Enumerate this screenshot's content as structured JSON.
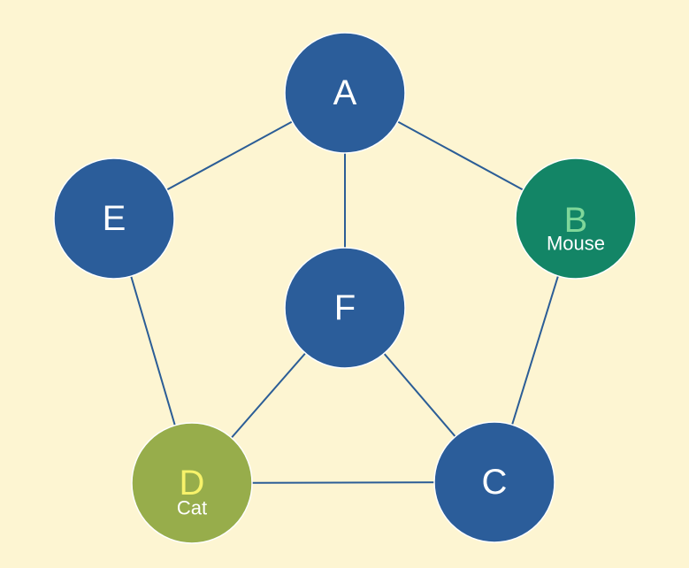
{
  "diagram": {
    "nodes": [
      {
        "id": "A",
        "label": "A",
        "sublabel": "",
        "fill": "#2b5d9a",
        "label_color": "#ffffff",
        "ring": "#3aa050"
      },
      {
        "id": "B",
        "label": "B",
        "sublabel": "Mouse",
        "fill": "#138566",
        "label_color": "#7fd79a",
        "ring": "#ffffff"
      },
      {
        "id": "C",
        "label": "C",
        "sublabel": "",
        "fill": "#2b5d9a",
        "label_color": "#ffffff",
        "ring": "#ffffff"
      },
      {
        "id": "D",
        "label": "D",
        "sublabel": "Cat",
        "fill": "#97ad4b",
        "label_color": "#f7f26a",
        "ring": "#ffffff"
      },
      {
        "id": "E",
        "label": "E",
        "sublabel": "",
        "fill": "#2b5d9a",
        "label_color": "#ffffff",
        "ring": "#ffffff"
      },
      {
        "id": "F",
        "label": "F",
        "sublabel": "",
        "fill": "#2b5d9a",
        "label_color": "#ffffff",
        "ring": "#ffffff"
      }
    ],
    "edges": [
      [
        "A",
        "E"
      ],
      [
        "A",
        "B"
      ],
      [
        "A",
        "F"
      ],
      [
        "E",
        "D"
      ],
      [
        "B",
        "C"
      ],
      [
        "F",
        "D"
      ],
      [
        "F",
        "C"
      ],
      [
        "D",
        "C"
      ]
    ],
    "colors": {
      "background": "#fdf5d2",
      "edge": "#2b5d96"
    }
  }
}
